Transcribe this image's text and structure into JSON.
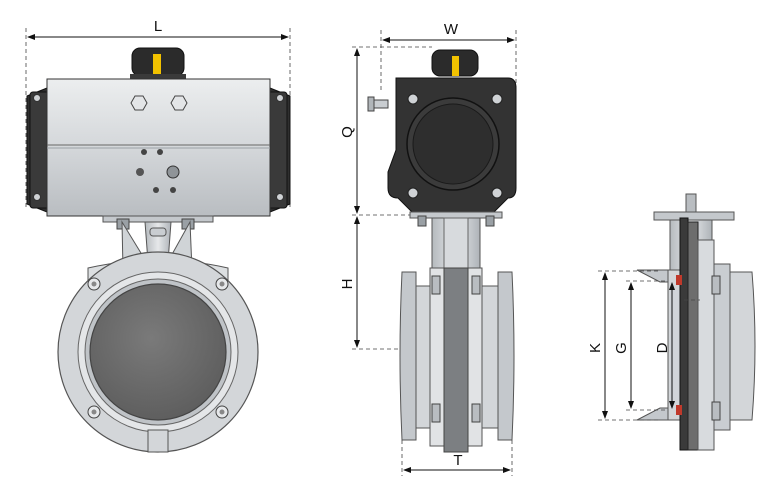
{
  "dimension_labels": {
    "L": "L",
    "W": "W",
    "Q": "Q",
    "H": "H",
    "T": "T",
    "K": "K",
    "G": "G",
    "D": "D"
  },
  "colors": {
    "actuator_body": "#d9dcde",
    "actuator_cap": "#2b2b2b",
    "steel": "#c8ccd0",
    "disc": "#6d6d6d",
    "indicator": "#f2c200",
    "seal": "#c0392b"
  }
}
